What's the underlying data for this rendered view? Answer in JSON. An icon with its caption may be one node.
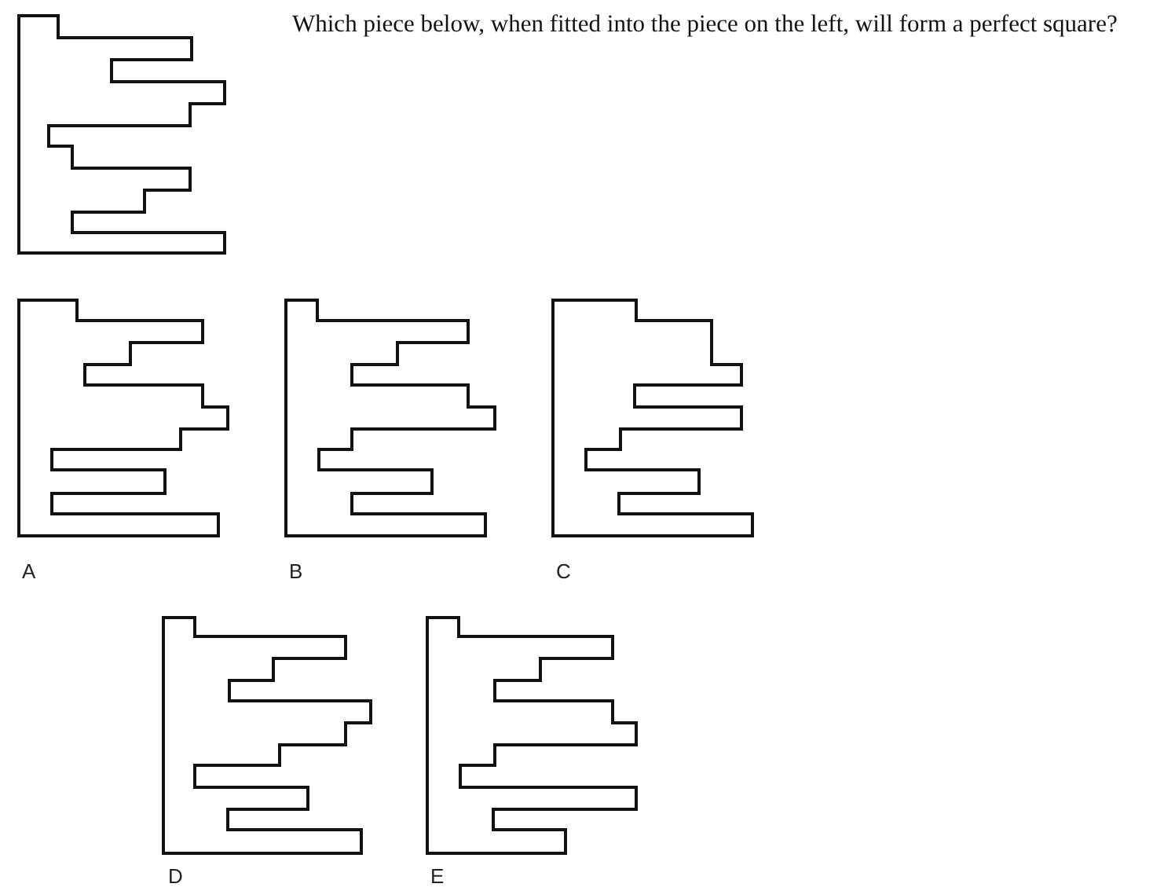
{
  "diagram": {
    "title": "Which piece below, when fitted into the piece on the left, will form a perfect square?",
    "labels": [
      "A",
      "B",
      "C",
      "D",
      "E"
    ]
  }
}
